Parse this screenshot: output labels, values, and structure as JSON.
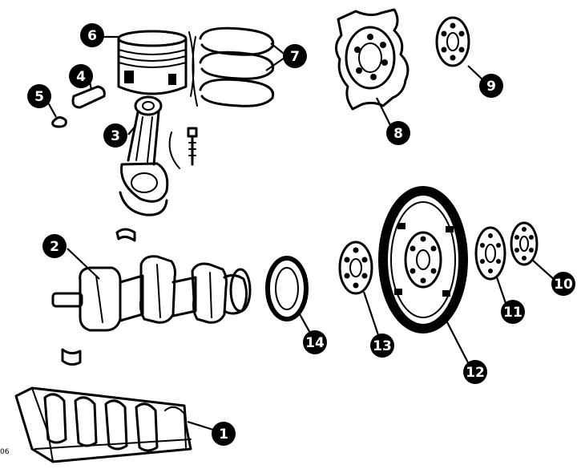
{
  "figure": {
    "code": "06",
    "callouts": [
      {
        "id": "callout-1",
        "label": "1",
        "part": "main-bearing-caps"
      },
      {
        "id": "callout-2",
        "label": "2",
        "part": "crankshaft"
      },
      {
        "id": "callout-3",
        "label": "3",
        "part": "connecting-rod"
      },
      {
        "id": "callout-4",
        "label": "4",
        "part": "piston-pin"
      },
      {
        "id": "callout-5",
        "label": "5",
        "part": "pin-clip"
      },
      {
        "id": "callout-6",
        "label": "6",
        "part": "piston"
      },
      {
        "id": "callout-7",
        "label": "7",
        "part": "piston-rings"
      },
      {
        "id": "callout-8",
        "label": "8",
        "part": "drive-plate"
      },
      {
        "id": "callout-9",
        "label": "9",
        "part": "adapter-plate"
      },
      {
        "id": "callout-10",
        "label": "10",
        "part": "bolt-plate"
      },
      {
        "id": "callout-11",
        "label": "11",
        "part": "shim-plate"
      },
      {
        "id": "callout-12",
        "label": "12",
        "part": "flywheel"
      },
      {
        "id": "callout-13",
        "label": "13",
        "part": "spacer-plate"
      },
      {
        "id": "callout-14",
        "label": "14",
        "part": "rear-oil-seal"
      }
    ]
  }
}
